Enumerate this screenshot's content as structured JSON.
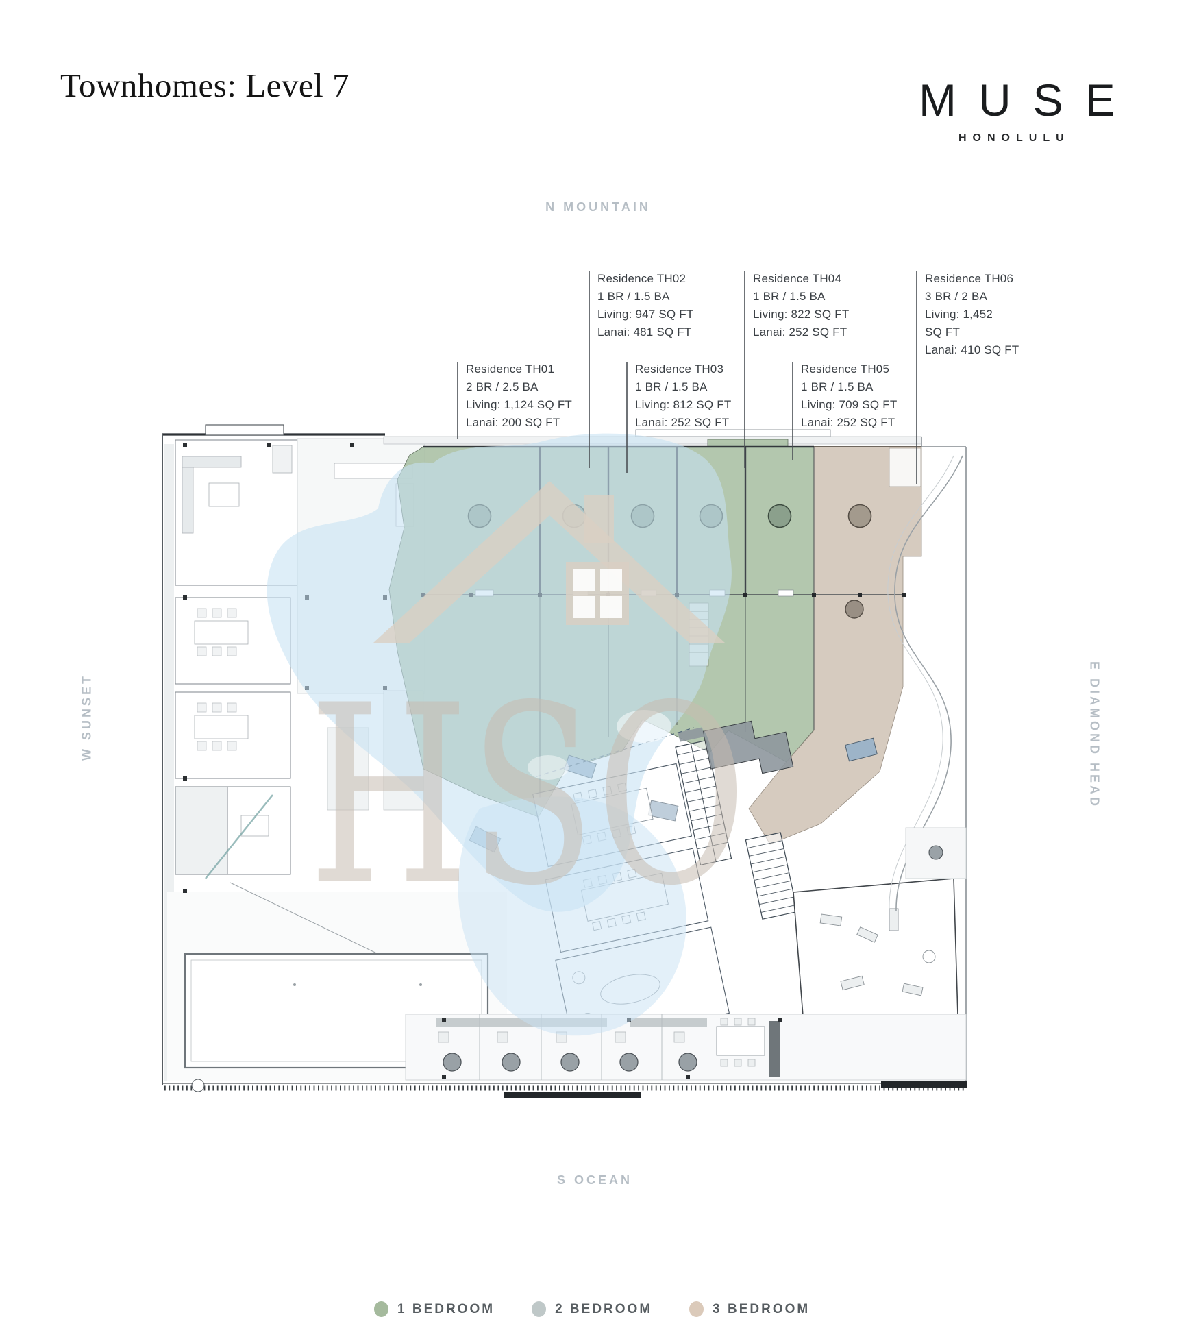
{
  "page": {
    "title": "Townhomes: Level 7"
  },
  "brand": {
    "logo": "MUSE",
    "sub": "HONOLULU"
  },
  "compass": {
    "north": "N MOUNTAIN",
    "south": "S OCEAN",
    "west": "W SUNSET",
    "east": "E DIAMOND HEAD"
  },
  "watermark": {
    "text": "HSO"
  },
  "residences": [
    {
      "id": "TH01",
      "lines": [
        "Residence TH01",
        "2 BR / 2.5 BA",
        "Living: 1,124 SQ FT",
        "Lanai: 200 SQ FT"
      ]
    },
    {
      "id": "TH02",
      "lines": [
        "Residence TH02",
        "1 BR / 1.5 BA",
        "Living: 947 SQ FT",
        "Lanai: 481 SQ FT"
      ]
    },
    {
      "id": "TH03",
      "lines": [
        "Residence TH03",
        "1 BR / 1.5 BA",
        "Living: 812 SQ FT",
        "Lanai: 252 SQ FT"
      ]
    },
    {
      "id": "TH04",
      "lines": [
        "Residence TH04",
        "1 BR / 1.5 BA",
        "Living: 822 SQ FT",
        "Lanai: 252 SQ FT"
      ]
    },
    {
      "id": "TH05",
      "lines": [
        "Residence TH05",
        "1 BR / 1.5 BA",
        "Living: 709 SQ FT",
        "Lanai: 252 SQ FT"
      ]
    },
    {
      "id": "TH06",
      "lines": [
        "Residence TH06",
        "3 BR / 2 BA",
        "Living: 1,452",
        "SQ FT",
        "Lanai: 410 SQ FT"
      ]
    }
  ],
  "legend": {
    "items": [
      {
        "label": "1 BEDROOM",
        "color": "#a5ba9d"
      },
      {
        "label": "2 BEDROOM",
        "color": "#bfc8c8"
      },
      {
        "label": "3 BEDROOM",
        "color": "#dbcaba"
      }
    ]
  },
  "colors": {
    "one_bedroom_fill": "#a9bfa3",
    "three_bedroom_fill": "#d2c7ba",
    "watermark_blue": "#c7e1f3"
  }
}
